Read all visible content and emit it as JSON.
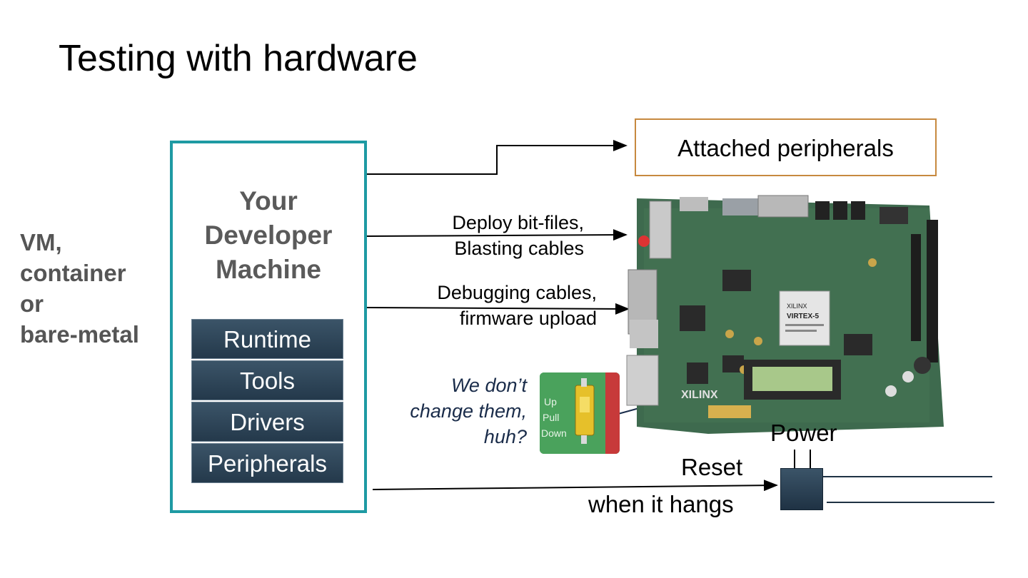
{
  "slide": {
    "title": "Testing with hardware"
  },
  "environment": {
    "lines": [
      "VM,",
      "container",
      "or",
      "bare-metal"
    ]
  },
  "developer_machine": {
    "title_lines": [
      "Your",
      "Developer",
      "Machine"
    ],
    "layers": [
      "Runtime",
      "Tools",
      "Drivers",
      "Peripherals"
    ]
  },
  "peripherals_box": {
    "label": "Attached peripherals"
  },
  "connections": {
    "deploy_lines": [
      "Deploy bit-files,",
      "Blasting cables"
    ],
    "debug_lines": [
      "Debugging cables,",
      "firmware upload"
    ],
    "jumper_lines": [
      "We don’t",
      "change them,",
      "huh?"
    ],
    "power": "Power",
    "reset": "Reset",
    "reset_note": "when it hangs"
  },
  "board": {
    "brand": "XILINX",
    "chip_lines": [
      "XILINX",
      "VIRTEX-5"
    ]
  },
  "jumper_photo": {
    "labels": [
      "Up",
      "Pull",
      "Down"
    ]
  },
  "colors": {
    "teal_border": "#1e9aa3",
    "layer_fill": "#2f4659",
    "peripheral_border": "#c7893f",
    "note_text": "#1a2c4a",
    "pcb_green": "#3e6a4e"
  }
}
